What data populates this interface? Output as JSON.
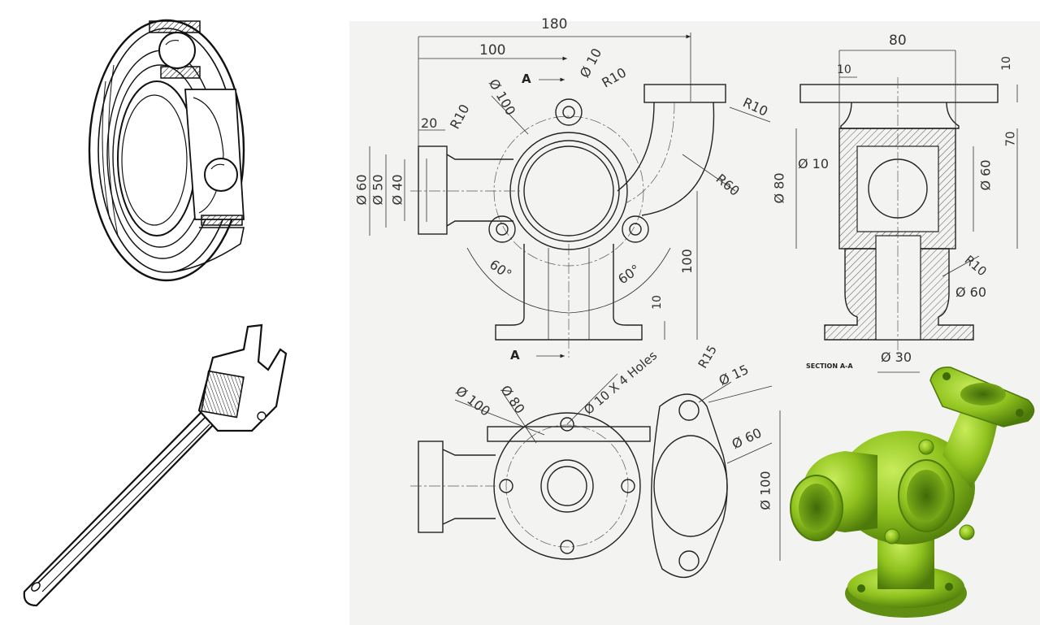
{
  "front_view": {
    "dims": {
      "d180": "180",
      "d100_top": "100",
      "d20": "20",
      "r10_left": "R10",
      "dia100": "Ø 100",
      "dia10": "Ø 10",
      "r10_mid": "R10",
      "r10_right": "R10",
      "r60": "R60",
      "dia60": "Ø 60",
      "dia50": "Ø 50",
      "dia40": "Ø 40",
      "ang60_left": "60°",
      "ang60_right": "60°",
      "d100_right": "100",
      "d10_base": "10"
    },
    "section_marker_top": "A",
    "section_marker_bottom": "A"
  },
  "side_view": {
    "dims": {
      "d80": "80",
      "d10_top": "10",
      "d10_right": "10",
      "d70": "70",
      "dia10": "Ø 10",
      "dia80": "Ø 80",
      "dia60_right": "Ø 60",
      "r10": "R10",
      "dia60_bottom": "Ø 60",
      "dia30": "Ø 30"
    },
    "section_label": "SECTION A-A"
  },
  "top_view": {
    "dims": {
      "dia100": "Ø 100",
      "dia80": "Ø 80",
      "holes": "Ø 10 X 4 Holes",
      "r15": "R15",
      "dia15": "Ø 15",
      "dia60": "Ø 60",
      "dia100_right": "Ø 100"
    }
  },
  "colors": {
    "render_green": "#8fc21e",
    "render_dark": "#4d7a0a",
    "drawing_bg": "#f3f3f1"
  }
}
